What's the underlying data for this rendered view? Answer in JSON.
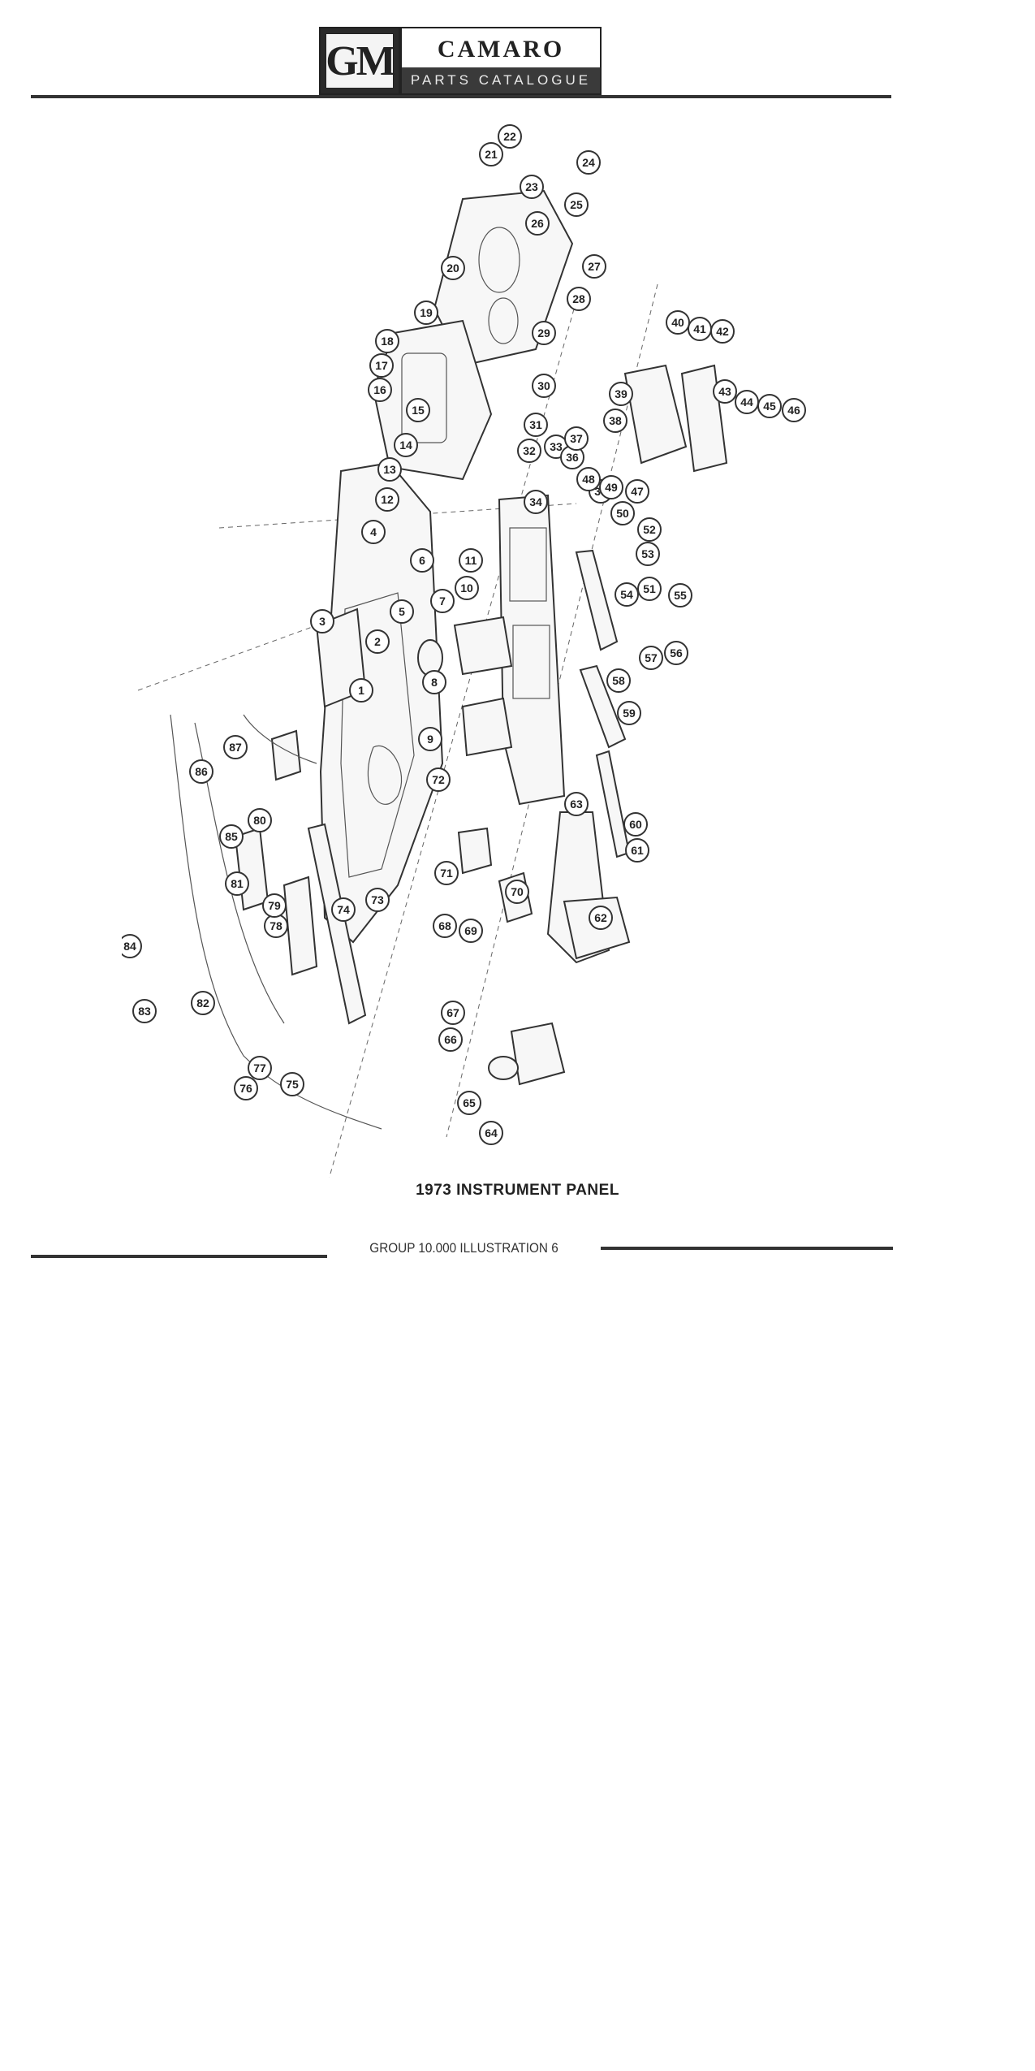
{
  "header": {
    "logo_text": "GM",
    "title": "CAMARO",
    "subtitle": "PARTS CATALOGUE"
  },
  "diagram": {
    "callouts": [
      "1",
      "2",
      "3",
      "4",
      "5",
      "6",
      "7",
      "8",
      "9",
      "10",
      "11",
      "12",
      "13",
      "14",
      "15",
      "16",
      "17",
      "18",
      "19",
      "20",
      "21",
      "22",
      "23",
      "24",
      "25",
      "26",
      "27",
      "28",
      "29",
      "30",
      "31",
      "32",
      "33",
      "34",
      "35",
      "36",
      "37",
      "38",
      "39",
      "40",
      "41",
      "42",
      "43",
      "44",
      "45",
      "46",
      "47",
      "48",
      "49",
      "50",
      "51",
      "52",
      "53",
      "54",
      "55",
      "56",
      "57",
      "58",
      "59",
      "60",
      "61",
      "62",
      "63",
      "64",
      "65",
      "66",
      "67",
      "68",
      "69",
      "70",
      "71",
      "72",
      "73",
      "74",
      "75",
      "76",
      "77",
      "78",
      "79",
      "80",
      "81",
      "82",
      "83",
      "84",
      "85",
      "86",
      "87"
    ]
  },
  "caption": "1973 INSTRUMENT PANEL",
  "footer": {
    "text": "GROUP 10.000 ILLUSTRATION 6"
  }
}
